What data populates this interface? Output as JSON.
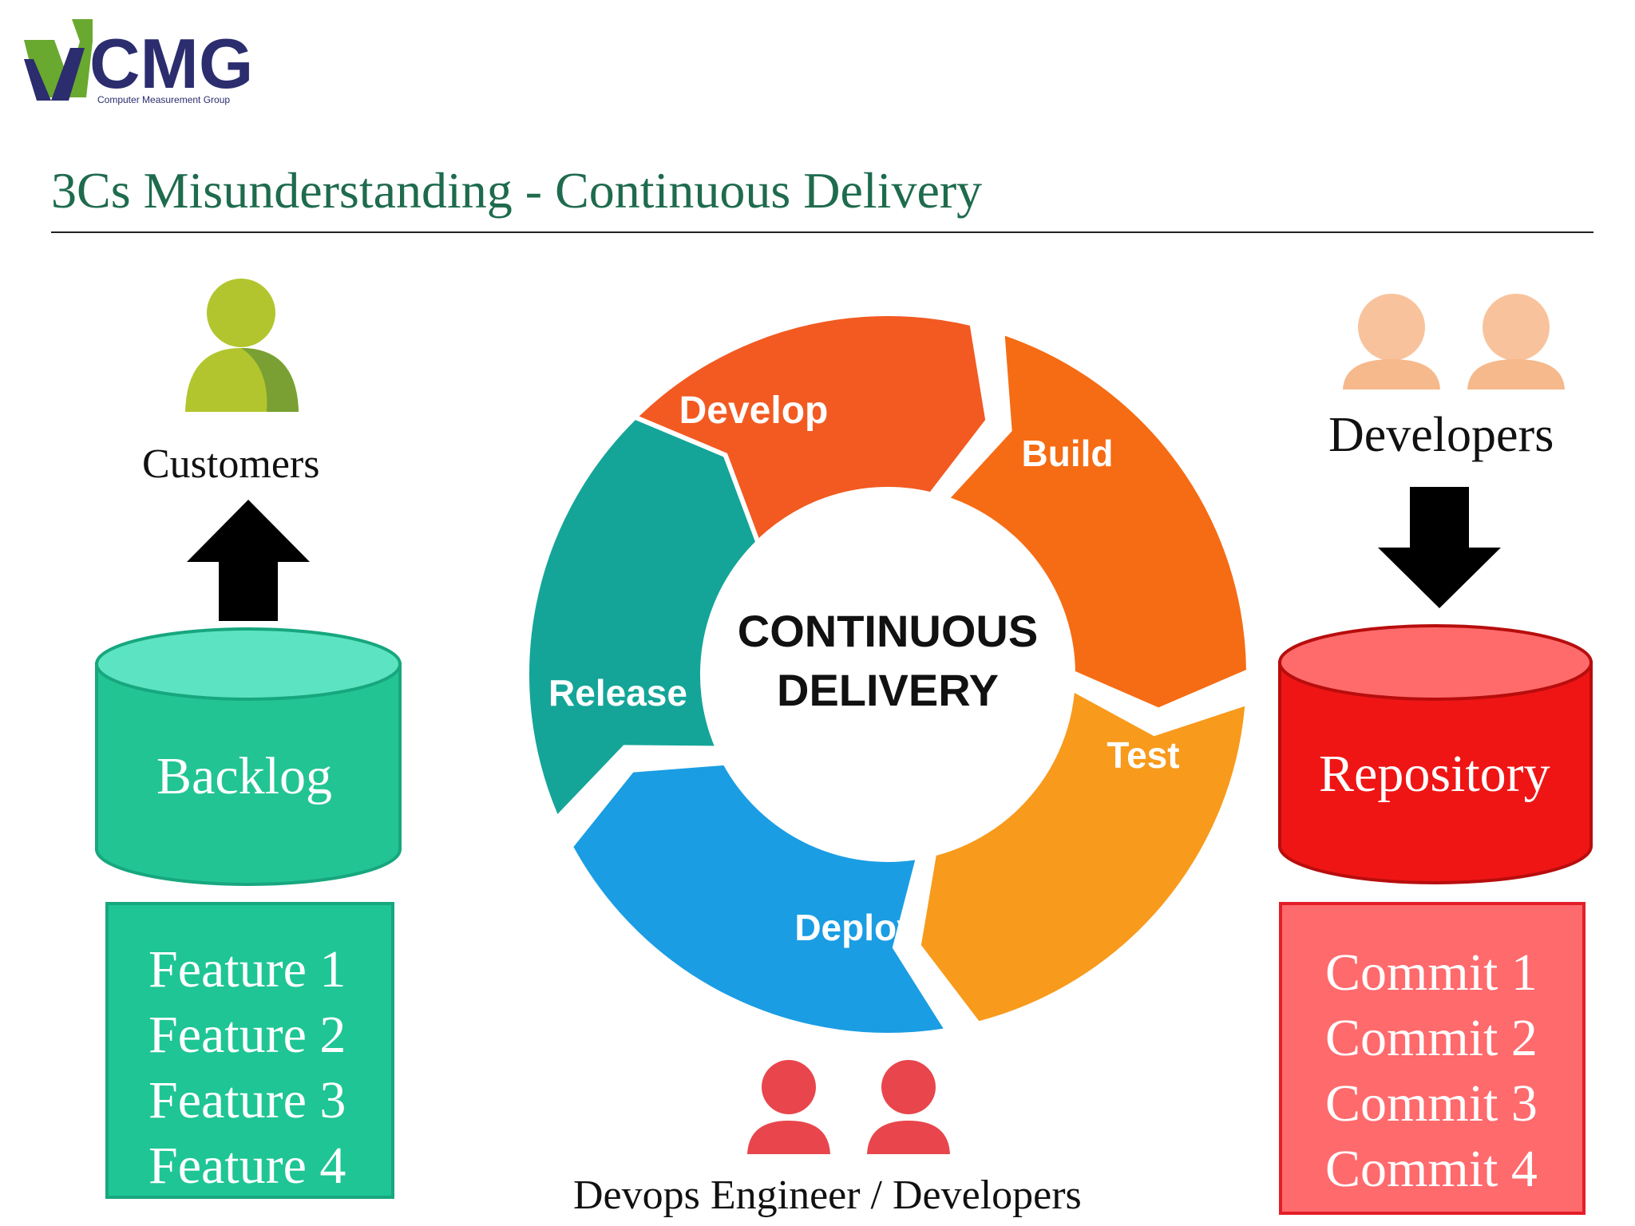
{
  "logo": {
    "text": "CMG",
    "subtext": "Computer Measurement Group",
    "colors": {
      "mark_green": "#6aa92f",
      "mark_navy": "#2b2d6e",
      "text": "#2b2d6e"
    }
  },
  "slide": {
    "title": "3Cs Misunderstanding - Continuous Delivery"
  },
  "customers": {
    "label": "Customers",
    "icon": "person-icon",
    "color": "#a3b92e"
  },
  "backlog": {
    "label": "Backlog",
    "color": "#1fc595",
    "items": [
      "Feature 1",
      "Feature 2",
      "Feature 3",
      "Feature 4"
    ]
  },
  "developers": {
    "label": "Developers",
    "icon": "person-icon",
    "color": "#f6b98c"
  },
  "repository": {
    "label": "Repository",
    "color": "#ef1515",
    "items": [
      "Commit 1",
      "Commit 2",
      "Commit 3",
      "Commit 4"
    ]
  },
  "cycle": {
    "center_line1": "CONTINUOUS",
    "center_line2": "DELIVERY",
    "stages": [
      {
        "label": "Develop",
        "color": "#f25a22"
      },
      {
        "label": "Build",
        "color": "#f56c14"
      },
      {
        "label": "Test",
        "color": "#f89a1c"
      },
      {
        "label": "Deploy",
        "color": "#1a9de3"
      },
      {
        "label": "Release",
        "color": "#14a598"
      }
    ]
  },
  "devops": {
    "label": "Devops Engineer / Developers",
    "icon": "person-icon",
    "color": "#e8464c"
  }
}
